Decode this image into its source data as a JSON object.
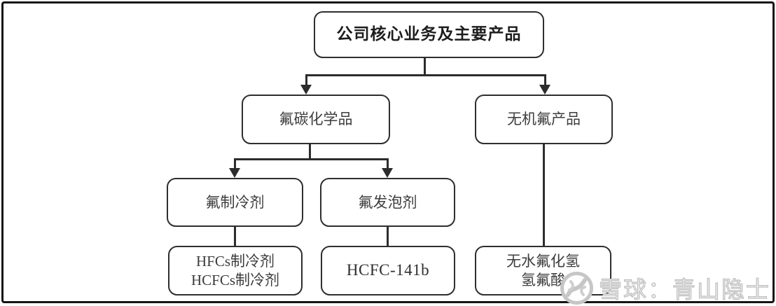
{
  "diagram": {
    "type": "flowchart",
    "nodes": {
      "root": "公司核心业务及主要产品",
      "fluorocarbon_chemicals": "氟碳化学品",
      "inorganic_fluoride_products": "无机氟产品",
      "fluorine_refrigerant": "氟制冷剂",
      "fluorine_foaming_agent": "氟发泡剂",
      "refrigerant_products_line1": "HFCs制冷剂",
      "refrigerant_products_line2": "HCFCs制冷剂",
      "foaming_product": "HCFC-141b",
      "inorganic_products_line1": "无水氟化氢",
      "inorganic_products_line2": "氢氟酸"
    },
    "edges": [
      {
        "from": "root",
        "to": "fluorocarbon_chemicals",
        "arrow": true
      },
      {
        "from": "root",
        "to": "inorganic_fluoride_products",
        "arrow": true
      },
      {
        "from": "fluorocarbon_chemicals",
        "to": "fluorine_refrigerant",
        "arrow": true
      },
      {
        "from": "fluorocarbon_chemicals",
        "to": "fluorine_foaming_agent",
        "arrow": true
      },
      {
        "from": "fluorine_refrigerant",
        "to": "refrigerant_products",
        "arrow": false
      },
      {
        "from": "fluorine_foaming_agent",
        "to": "foaming_product",
        "arrow": false
      },
      {
        "from": "inorganic_fluoride_products",
        "to": "inorganic_products",
        "arrow": false
      }
    ],
    "colors": {
      "frame_border": "#141414",
      "box_border": "#2e2e2e",
      "connector": "#2c2c2c",
      "text": "#3c3c3c",
      "watermark": "#c9c9c9"
    }
  },
  "watermark": {
    "text": "雪球：青山隐士",
    "logo_icon": "snowball-icon"
  }
}
